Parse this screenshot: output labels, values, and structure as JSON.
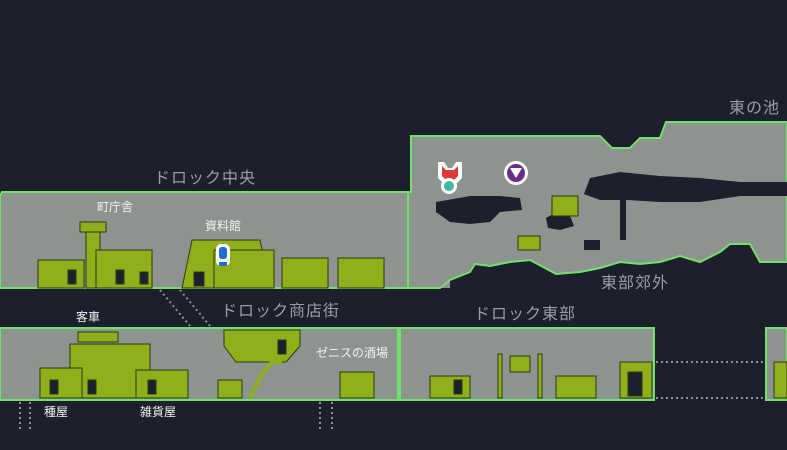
{
  "colors": {
    "background": "#1d1f2d",
    "room_fill": "#8f9390",
    "room_outline": "#6fe26a",
    "building_fill": "#8fb01a",
    "building_dark": "#2d3a12",
    "hole": "#1d1f2d",
    "area_label": "#9a9ea3",
    "building_label": "#f2f2f2",
    "marker_white": "#ffffff",
    "marker_blue": "#1a6fd1",
    "marker_red": "#e03a3a",
    "marker_purple": "#6a2d8a",
    "marker_teal": "#3fb8a0"
  },
  "areas": {
    "center": "ドロック中央",
    "shopping_street": "ドロック商店街",
    "east": "ドロック東部",
    "east_suburbs": "東部郊外",
    "east_pond": "東の池"
  },
  "buildings": {
    "town_hall": "町庁舎",
    "archive": "資料館",
    "guest_car": "客車",
    "zenis_tavern": "ゼニスの酒場",
    "seed_shop": "種屋",
    "general_store": "雑貨屋"
  },
  "markers": {
    "player": "player-marker-icon",
    "quest": "quest-exclamation-icon",
    "fox": "fox-boss-icon",
    "purple": "purple-shield-icon"
  }
}
